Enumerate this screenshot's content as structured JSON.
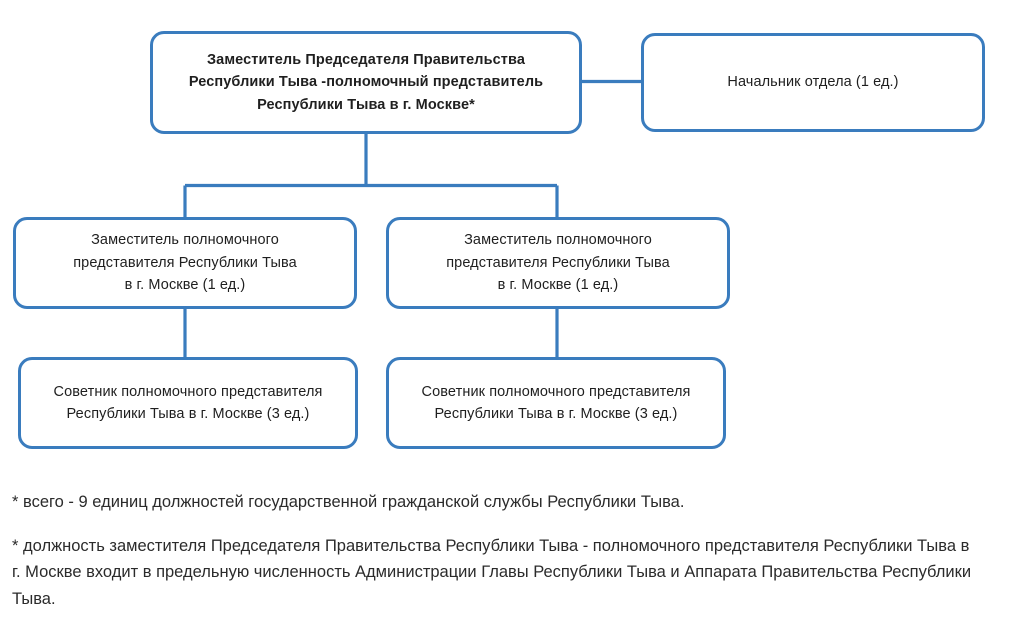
{
  "diagram": {
    "type": "org-chart",
    "accent_color": "#3A7CBE",
    "background_color": "#FFFFFF",
    "text_color": "#1F1F1F",
    "nodes": [
      {
        "id": "root",
        "label": "Заместитель Председателя Правительства\nРеспублики Тыва -полномочный представитель\nРеспублики Тыва в г. Москве*",
        "bold": true,
        "units": null
      },
      {
        "id": "dept-head",
        "label": "Начальник отдела (1 ед.)",
        "bold": false,
        "units": "1 ед."
      },
      {
        "id": "deputy-1",
        "label": "Заместитель полномочного\nпредставителя Республики Тыва\nв г. Москве (1 ед.)",
        "bold": false,
        "units": "1 ед."
      },
      {
        "id": "deputy-2",
        "label": "Заместитель полномочного\nпредставителя Республики Тыва\nв г. Москве (1 ед.)",
        "bold": false,
        "units": "1 ед."
      },
      {
        "id": "adviser-1",
        "label": "Советник полномочного представителя\nРеспублики Тыва в г. Москве (3 ед.)",
        "bold": false,
        "units": "3 ед."
      },
      {
        "id": "adviser-2",
        "label": "Советник полномочного представителя\nРеспублики Тыва в г. Москве (3 ед.)",
        "bold": false,
        "units": "3 ед."
      }
    ],
    "edges": [
      {
        "from": "root",
        "to": "dept-head",
        "style": "horizontal"
      },
      {
        "from": "root",
        "to": "deputy-1",
        "style": "elbow"
      },
      {
        "from": "root",
        "to": "deputy-2",
        "style": "elbow"
      },
      {
        "from": "deputy-1",
        "to": "adviser-1",
        "style": "vertical"
      },
      {
        "from": "deputy-2",
        "to": "adviser-2",
        "style": "vertical"
      }
    ]
  },
  "footnotes": {
    "note_1": "* всего - 9 единиц должностей государственной гражданской службы Республики Тыва.",
    "note_2": "* должность заместителя Председателя Правительства Республики Тыва - полномочного представителя Республики Тыва в г. Москве входит в предельную численность Администрации Главы Республики Тыва и Аппарата Правительства Республики Тыва."
  }
}
